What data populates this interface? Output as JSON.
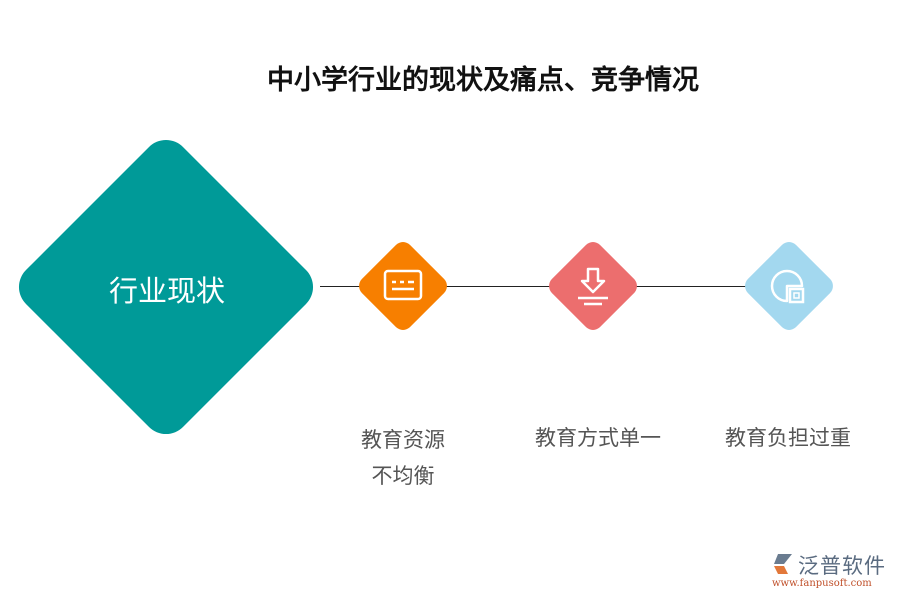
{
  "title": "中小学行业的现状及痛点、竞争情况",
  "main_node": {
    "label": "行业现状",
    "color": "#009a98"
  },
  "nodes": [
    {
      "label_line1": "教育资源",
      "label_line2": "不均衡",
      "icon": "screen-icon",
      "color": "#f77f00"
    },
    {
      "label_line1": "教育方式单一",
      "label_line2": "",
      "icon": "download-icon",
      "color": "#ec6e6e"
    },
    {
      "label_line1": "教育负担过重",
      "label_line2": "",
      "icon": "pie-chart-icon",
      "color": "#a3d8ef"
    }
  ],
  "logo": {
    "name": "泛普软件",
    "url": "www.fanpusoft.com"
  }
}
